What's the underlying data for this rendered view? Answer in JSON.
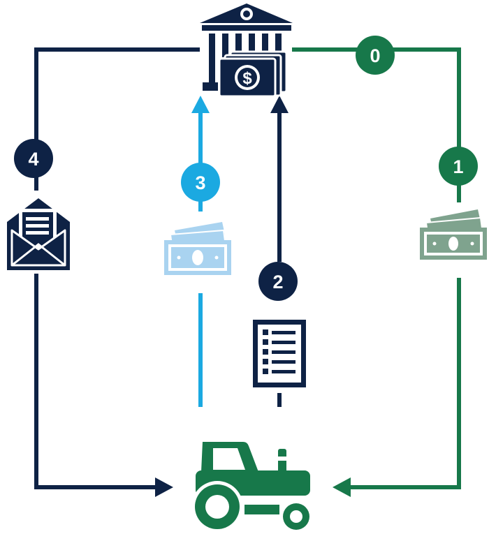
{
  "colors": {
    "navy": "#0E2245",
    "green": "#17784A",
    "sky": "#1BA9E1",
    "light_blue": "#A9D3F0",
    "grey_green": "#7FA38E",
    "white": "#FFFFFF"
  },
  "steps": [
    {
      "label": "0",
      "color": "green"
    },
    {
      "label": "1",
      "color": "green"
    },
    {
      "label": "2",
      "color": "navy"
    },
    {
      "label": "3",
      "color": "sky"
    },
    {
      "label": "4",
      "color": "navy"
    }
  ],
  "icons": [
    "bank-icon",
    "tractor-icon",
    "envelope-icon",
    "document-list-icon",
    "banknotes-icon"
  ]
}
